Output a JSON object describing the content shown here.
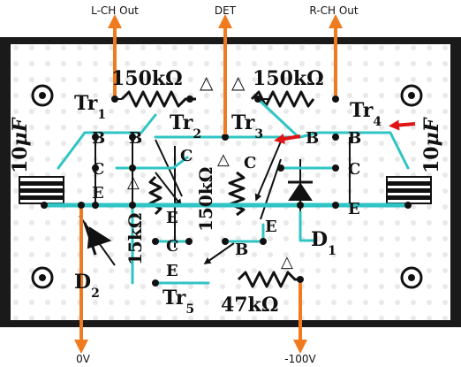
{
  "ports": {
    "left_out": "L-CH Out",
    "det": "DET",
    "right_out": "R-CH Out",
    "ground": "0V",
    "neg_supply": "-100V"
  },
  "components": {
    "cap_left": {
      "value": "10",
      "unit": "μF"
    },
    "cap_right": {
      "value": "10",
      "unit": "μF"
    },
    "r_top_left": "150kΩ",
    "r_top_right": "150kΩ",
    "r_middle": "150kΩ",
    "r_left": "15kΩ",
    "r_bottom": "47kΩ",
    "triangle": "△",
    "tr1": {
      "name": "Tr",
      "sub": "1"
    },
    "tr2": {
      "name": "Tr",
      "sub": "2"
    },
    "tr3": {
      "name": "Tr",
      "sub": "3"
    },
    "tr4": {
      "name": "Tr",
      "sub": "4"
    },
    "tr5": {
      "name": "Tr",
      "sub": "5"
    },
    "d1": {
      "name": "D",
      "sub": "1"
    },
    "d2": {
      "name": "D",
      "sub": "2"
    }
  },
  "pins": {
    "tr1_b": "B",
    "tr1_c": "C",
    "tr1_e": "E",
    "tr2_b": "B",
    "tr2_c": "C",
    "tr2_e": "E",
    "tr3_b": "B",
    "tr3_c": "C",
    "tr3_e": "E",
    "tr4_b": "B",
    "tr4_c": "C",
    "tr4_e": "E",
    "tr5_b": "B",
    "tr5_c": "C",
    "tr5_e": "E"
  },
  "colors": {
    "board": "#1a1a1a",
    "hole": "#ffffff",
    "wire": "#30c4c4",
    "arrow_orange": "#f07a1e",
    "arrow_red": "#e01414",
    "ink": "#111111"
  }
}
